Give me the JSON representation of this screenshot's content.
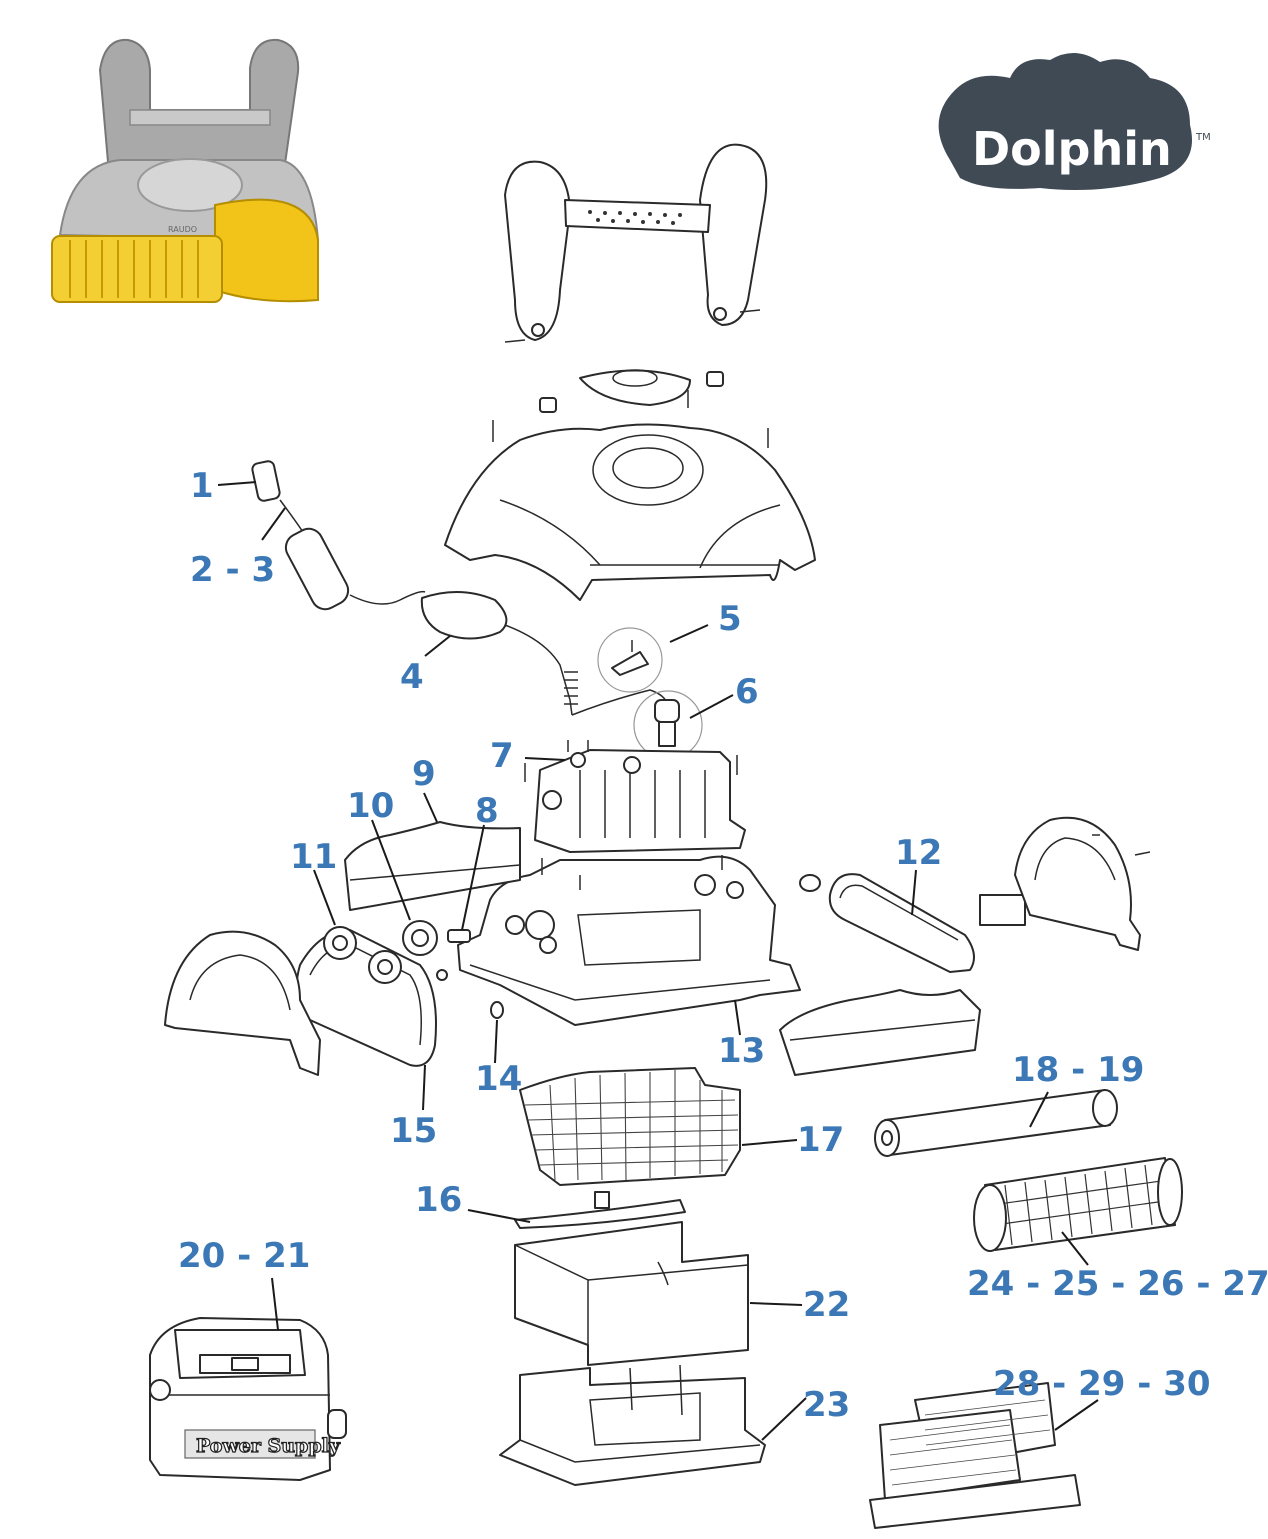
{
  "brand": {
    "logo_text": "Dolphin",
    "trademark": "TM"
  },
  "product_photo": {
    "model_text": "RAUDO"
  },
  "power_supply": {
    "label": "Power Supply"
  },
  "callouts": [
    {
      "id": "1",
      "text": "1"
    },
    {
      "id": "2-3",
      "text": "2 - 3"
    },
    {
      "id": "4",
      "text": "4"
    },
    {
      "id": "5",
      "text": "5"
    },
    {
      "id": "6",
      "text": "6"
    },
    {
      "id": "7",
      "text": "7"
    },
    {
      "id": "8",
      "text": "8"
    },
    {
      "id": "9",
      "text": "9"
    },
    {
      "id": "10",
      "text": "10"
    },
    {
      "id": "11",
      "text": "11"
    },
    {
      "id": "12",
      "text": "12"
    },
    {
      "id": "13",
      "text": "13"
    },
    {
      "id": "14",
      "text": "14"
    },
    {
      "id": "15",
      "text": "15"
    },
    {
      "id": "16",
      "text": "16"
    },
    {
      "id": "17",
      "text": "17"
    },
    {
      "id": "18-19",
      "text": "18 - 19"
    },
    {
      "id": "20-21",
      "text": "20 - 21"
    },
    {
      "id": "22",
      "text": "22"
    },
    {
      "id": "23",
      "text": "23"
    },
    {
      "id": "24-27",
      "text": "24 - 25 - 26 - 27"
    },
    {
      "id": "28-30",
      "text": "28 - 29 - 30"
    }
  ],
  "colors": {
    "label": "#3b78b5",
    "logo": "#3f4a55",
    "robot_yellow": "#f2c318",
    "robot_grey": "#b9b9b9"
  }
}
